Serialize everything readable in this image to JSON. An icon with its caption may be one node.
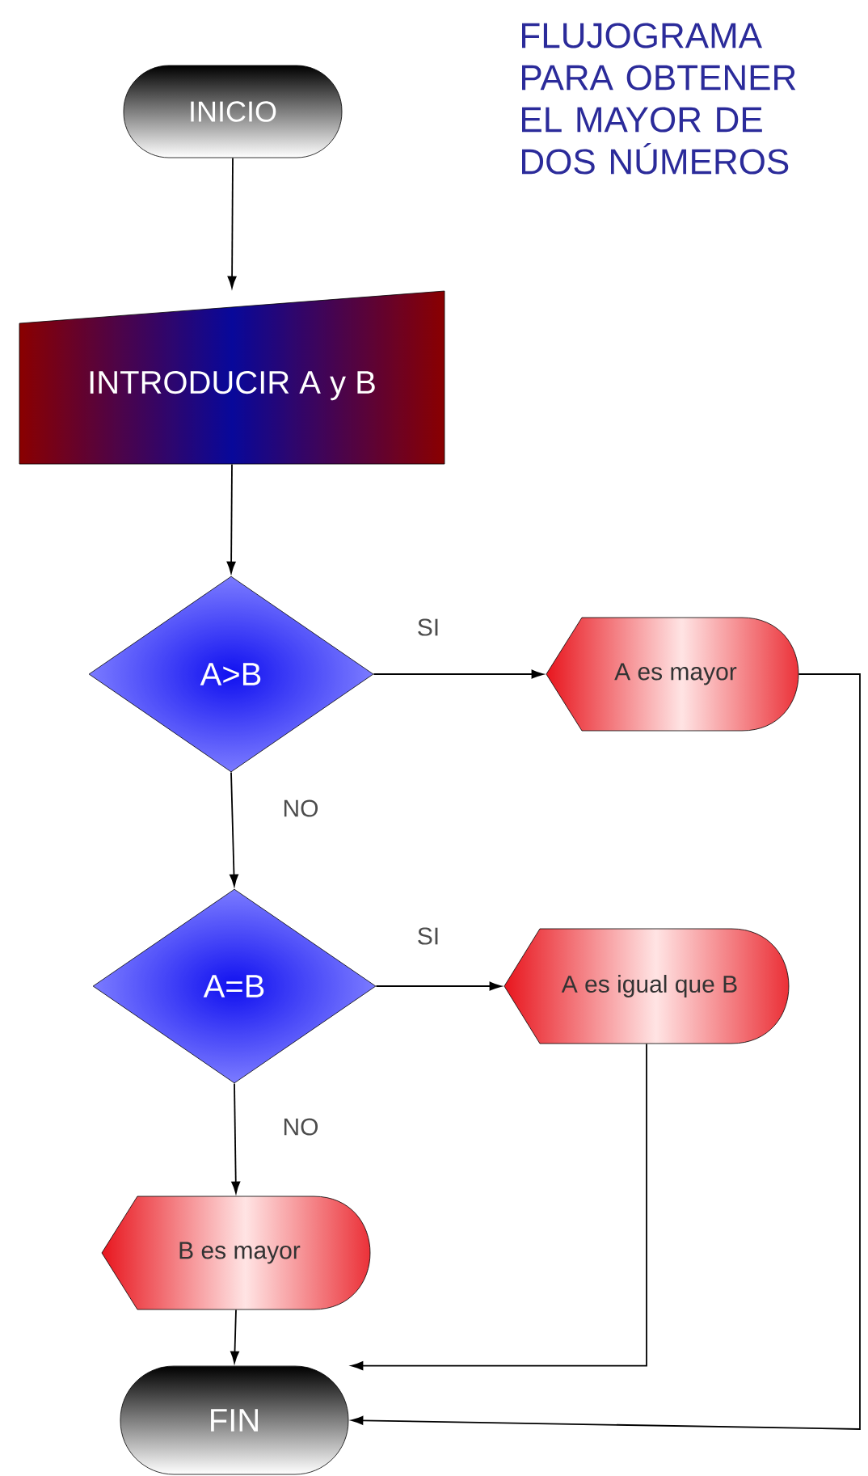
{
  "diagram": {
    "title": "FLUJOGRAMA PARA OBTENER EL MAYOR DE DOS NÚMEROS",
    "nodes": [
      {
        "text": [
          "INICIO"
        ]
      },
      {
        "text": [
          "INTRODUCIR A y B"
        ]
      },
      {
        "text": [
          "A>B"
        ]
      },
      {
        "text": [
          "A es mayor"
        ]
      },
      {
        "text": [
          "A=B"
        ]
      },
      {
        "text": [
          "A es igual que B"
        ]
      },
      {
        "text": [
          "B es mayor"
        ]
      },
      {
        "text": [
          "FIN"
        ]
      }
    ],
    "edges": [
      {
        "from": 0,
        "to": 1,
        "arrow": "to"
      },
      {
        "from": 1,
        "to": 2,
        "arrow": "to"
      },
      {
        "from": 2,
        "to": 3,
        "arrow": "to",
        "label": "SI"
      },
      {
        "from": 2,
        "to": 4,
        "arrow": "to",
        "label": "NO"
      },
      {
        "from": 4,
        "to": 5,
        "arrow": "to",
        "label": "SI"
      },
      {
        "from": 4,
        "to": 6,
        "arrow": "to",
        "label": "NO"
      },
      {
        "from": 6,
        "to": 7,
        "arrow": "to"
      },
      {
        "from": 5,
        "to": 7,
        "arrow": "to"
      },
      {
        "from": 3,
        "to": 7,
        "arrow": "to"
      }
    ]
  }
}
